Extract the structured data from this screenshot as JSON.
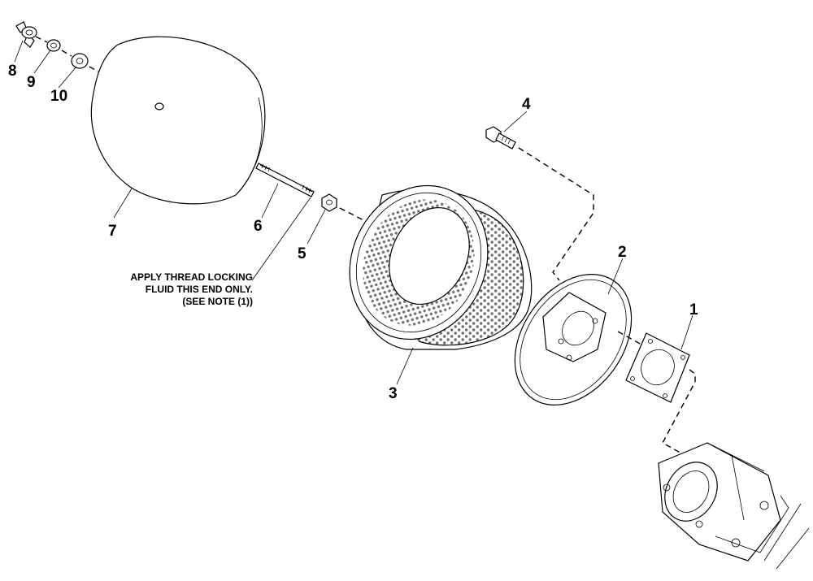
{
  "diagram": {
    "callouts": [
      {
        "id": "1",
        "label": "1"
      },
      {
        "id": "2",
        "label": "2"
      },
      {
        "id": "3",
        "label": "3"
      },
      {
        "id": "4",
        "label": "4"
      },
      {
        "id": "5",
        "label": "5"
      },
      {
        "id": "6",
        "label": "6"
      },
      {
        "id": "7",
        "label": "7"
      },
      {
        "id": "8",
        "label": "8"
      },
      {
        "id": "9",
        "label": "9"
      },
      {
        "id": "10",
        "label": "10"
      }
    ],
    "note": {
      "line1": "APPLY THREAD LOCKING",
      "line2": "FLUID THIS END ONLY.",
      "line3": "(SEE NOTE (1))"
    }
  }
}
